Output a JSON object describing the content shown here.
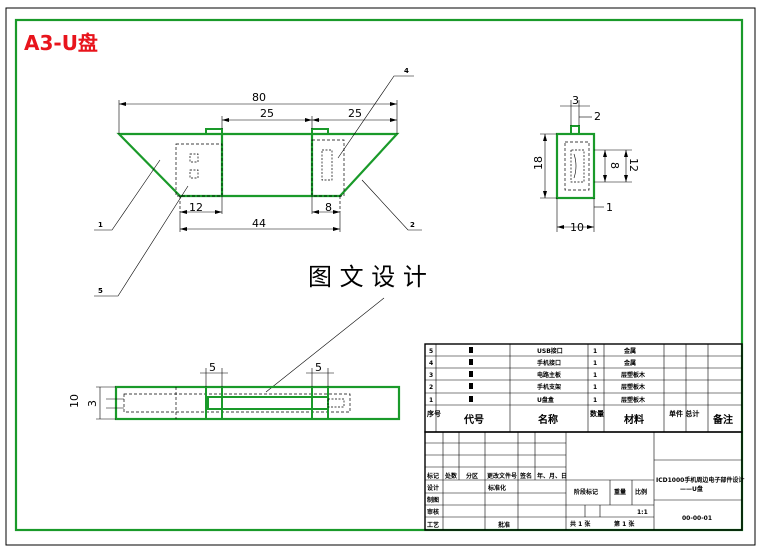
{
  "sheet": {
    "title": "A3-U盘",
    "center_caption": "图 文 设 计",
    "colors": {
      "outline": "#1a9a2a",
      "title_red": "#e8141c",
      "ink": "#000000"
    }
  },
  "dimensions": {
    "front_top_overall": "80",
    "front_top_left": "25",
    "front_top_right": "25",
    "front_bottom_left": "12",
    "front_bottom_right": "8",
    "front_bottom_overall": "44",
    "side_top_width": "3",
    "side_top_right": "2",
    "side_height": "18",
    "side_inner_upper": "8",
    "side_inner_right": "12",
    "side_bottom_right": "1",
    "side_bottom_width": "10",
    "plan_left_slot": "5",
    "plan_right_slot": "5",
    "plan_height": "10",
    "plan_inner": "3"
  },
  "leaders": [
    "1",
    "2",
    "4",
    "5"
  ],
  "parts_list": {
    "rows": [
      {
        "no": "5",
        "name": "USB接口",
        "qty": "1",
        "material": "金属"
      },
      {
        "no": "4",
        "name": "手机接口",
        "qty": "1",
        "material": "金属"
      },
      {
        "no": "3",
        "name": "电路主板",
        "qty": "1",
        "material": "层塑板木"
      },
      {
        "no": "2",
        "name": "手机支架",
        "qty": "1",
        "material": "层塑板木"
      },
      {
        "no": "1",
        "name": "U盘盒",
        "qty": "1",
        "material": "层塑板木"
      }
    ],
    "header": {
      "no": "序号",
      "code": "代号",
      "name": "名称",
      "qty": "数量",
      "material": "材料",
      "unit_total": "单件 总计",
      "remark": "备注"
    }
  },
  "title_block": {
    "rev_cols": [
      "标记",
      "处数",
      "分区",
      "更改文件号",
      "签名",
      "年、月、日"
    ],
    "roles": [
      "设计",
      "制图",
      "审核",
      "工艺"
    ],
    "standardize": "标准化",
    "approve": "批准",
    "stage_mark": "阶段标记",
    "weight": "重量",
    "scale_label": "比例",
    "scale": "1:1",
    "sheets": "共 1 张",
    "sheet_no": "第 1 张",
    "design_title": "ICD1000手机周边电子部件设计——U盘",
    "drawing_no": "00-00-01"
  }
}
